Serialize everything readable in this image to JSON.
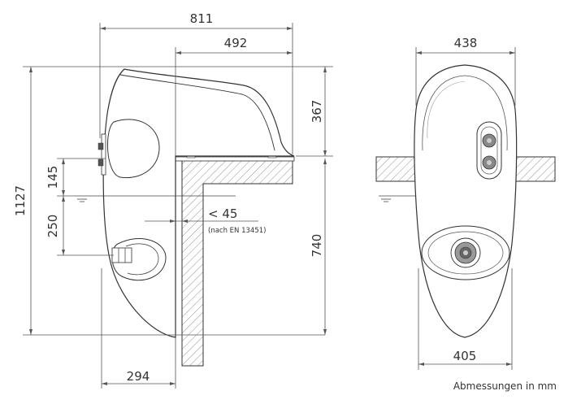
{
  "dimensions": {
    "overall_width": "811",
    "upper_depth": "492",
    "top_height": "367",
    "total_height": "1127",
    "dim_145": "145",
    "dim_250": "250",
    "clearance": "< 45",
    "clearance_note": "(nach EN 13451)",
    "lower_height": "740",
    "base_depth": "294",
    "front_top_width": "438",
    "front_bottom_width": "405"
  },
  "caption": "Abmessungen in mm",
  "colors": {
    "line": "#333333",
    "dimension": "#555555",
    "hatch": "#666666",
    "body_fill": "#ffffff"
  }
}
